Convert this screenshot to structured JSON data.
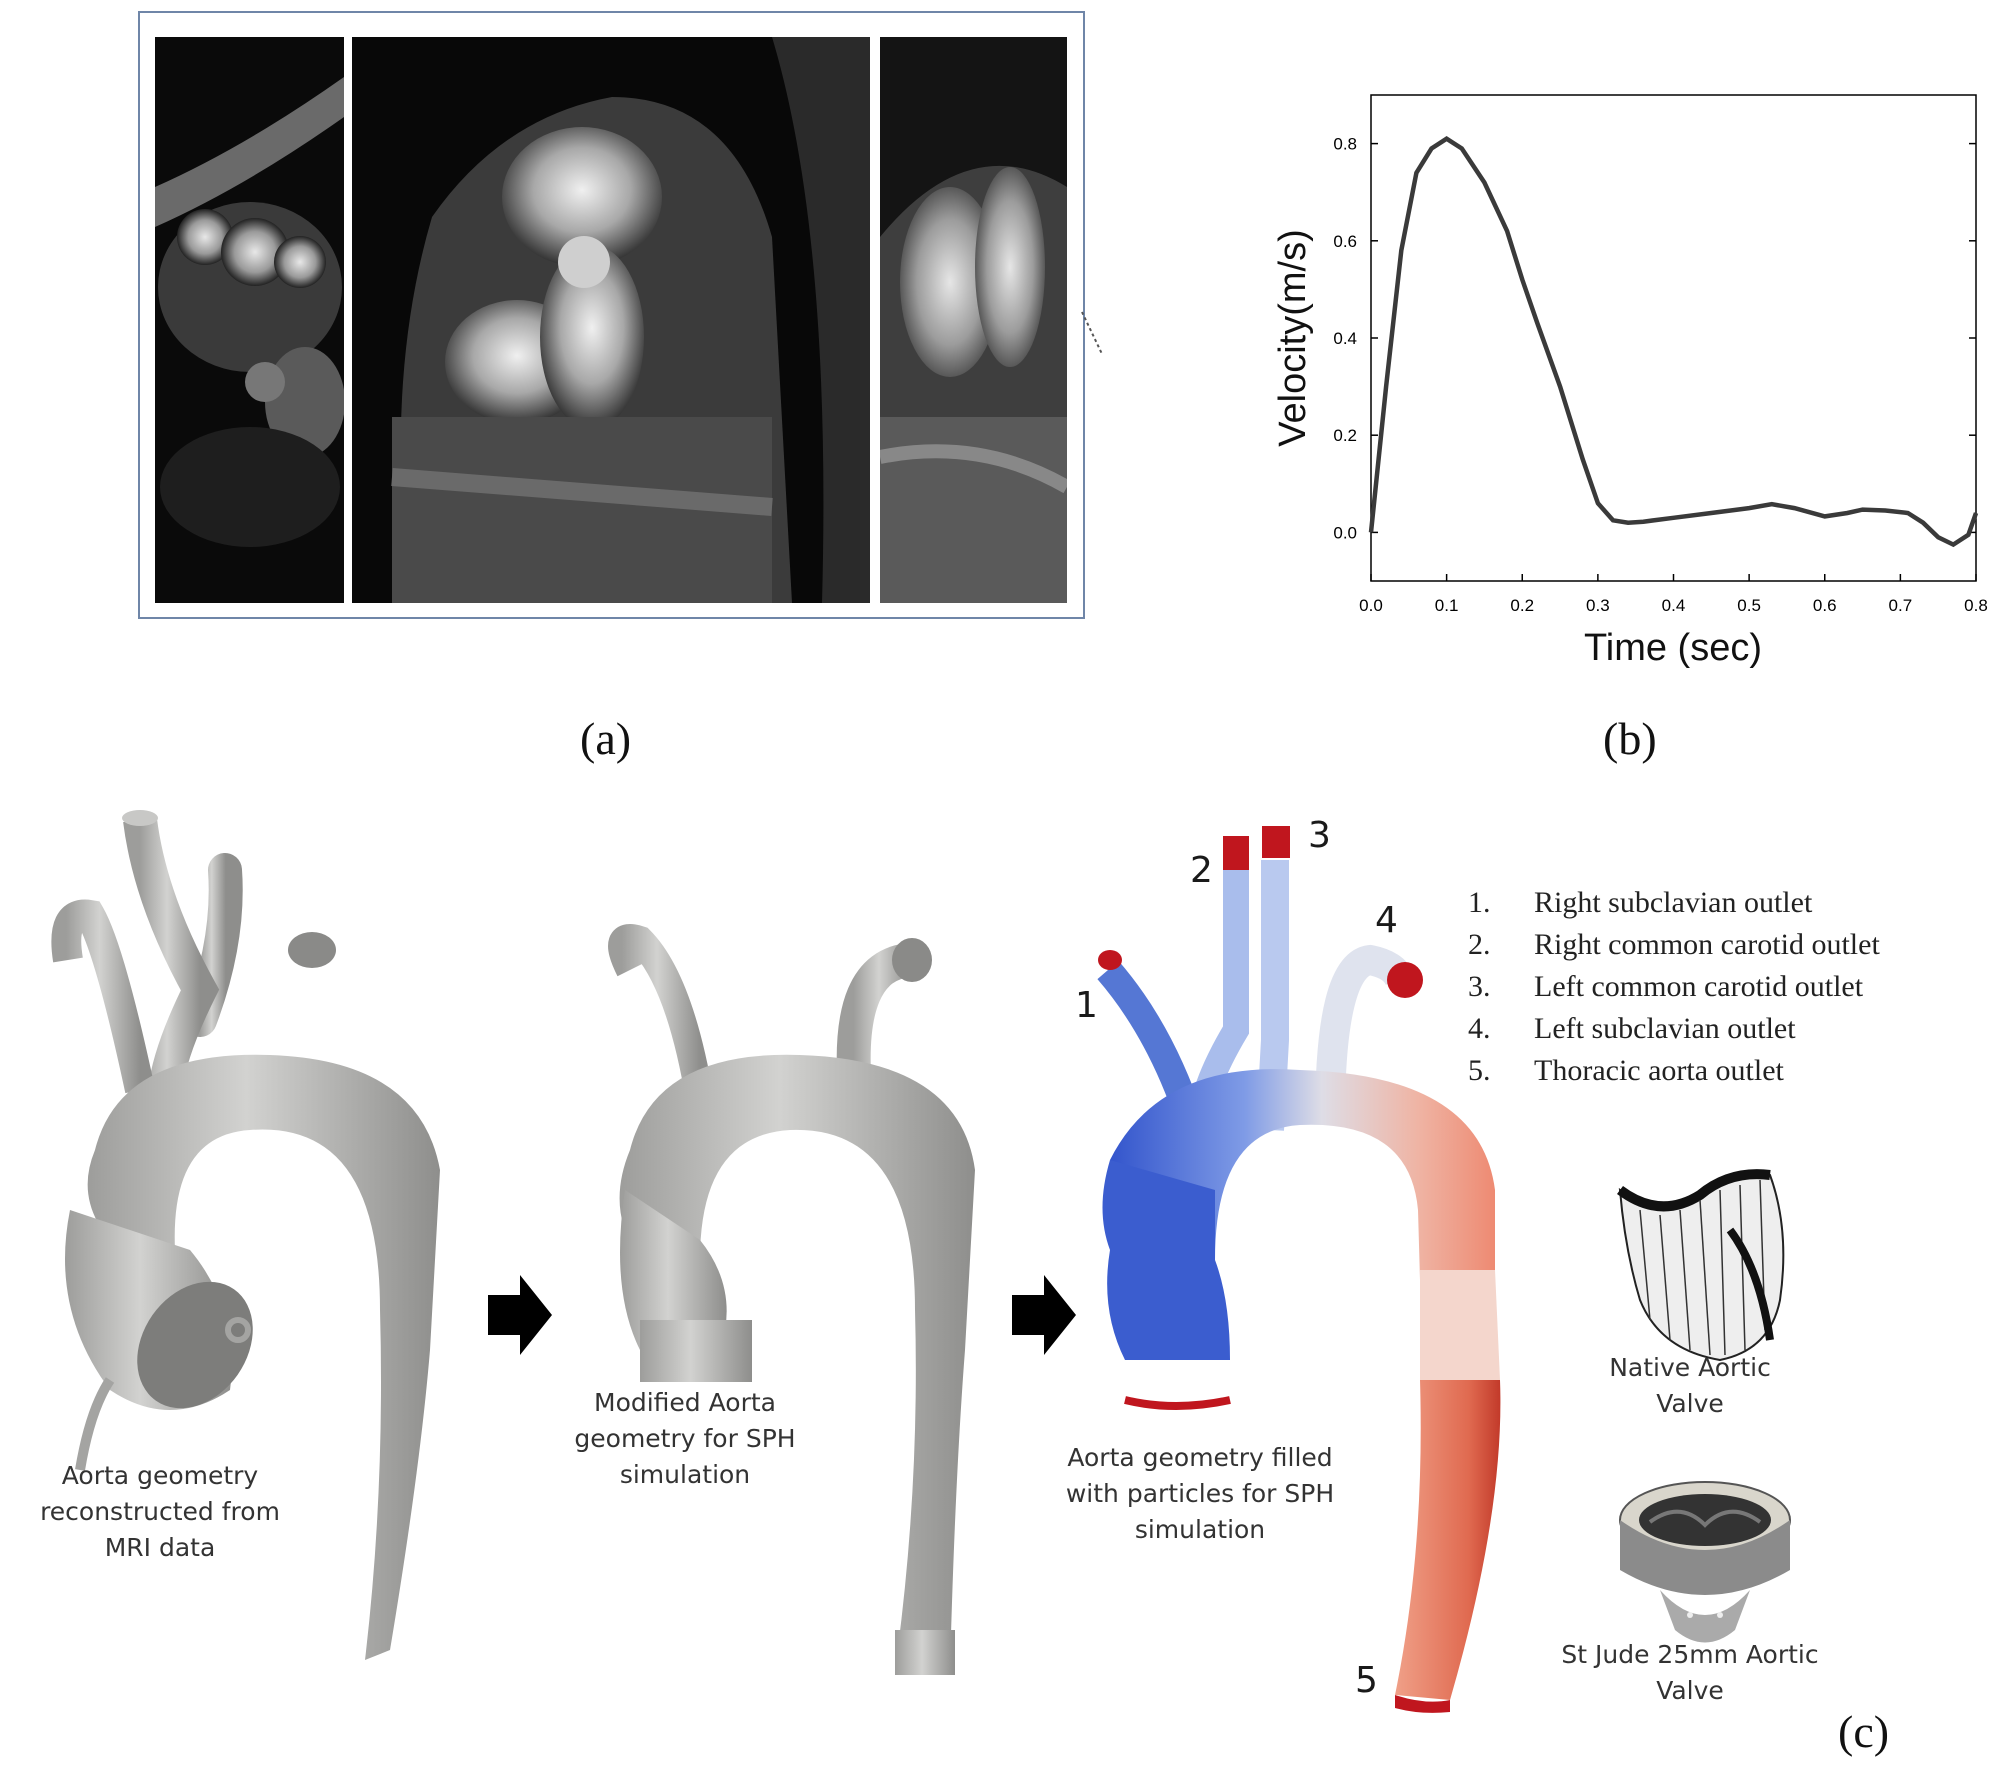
{
  "panels": {
    "a": {
      "label": "(a)"
    },
    "b": {
      "label": "(b)"
    },
    "c": {
      "label": "(c)"
    }
  },
  "chart_data": {
    "type": "line",
    "xlabel": "Time (sec)",
    "ylabel": "Velocity(m/s)",
    "xlim": [
      0.0,
      0.8
    ],
    "ylim": [
      -0.1,
      0.9
    ],
    "xticks": [
      "0.0",
      "0.1",
      "0.2",
      "0.3",
      "0.4",
      "0.5",
      "0.6",
      "0.7",
      "0.8"
    ],
    "yticks": [
      "0.0",
      "0.2",
      "0.4",
      "0.6",
      "0.8"
    ],
    "grid": false,
    "series": [
      {
        "x": [
          0.0,
          0.02,
          0.04,
          0.06,
          0.08,
          0.1,
          0.12,
          0.15,
          0.18,
          0.2,
          0.22,
          0.25,
          0.28,
          0.3,
          0.32,
          0.34,
          0.36,
          0.4,
          0.45,
          0.5,
          0.53,
          0.56,
          0.6,
          0.63,
          0.65,
          0.68,
          0.71,
          0.73,
          0.75,
          0.77,
          0.79,
          0.8
        ],
        "y": [
          0.0,
          0.3,
          0.58,
          0.74,
          0.79,
          0.81,
          0.79,
          0.72,
          0.62,
          0.52,
          0.43,
          0.3,
          0.15,
          0.06,
          0.025,
          0.02,
          0.022,
          0.03,
          0.04,
          0.05,
          0.058,
          0.05,
          0.033,
          0.04,
          0.047,
          0.045,
          0.04,
          0.02,
          -0.01,
          -0.025,
          -0.005,
          0.04
        ]
      }
    ]
  },
  "captions": {
    "geom1": "Aorta geometry\nreconstructed from\nMRI data",
    "geom2": "Modified Aorta\ngeometry for SPH\nsimulation",
    "geom3": "Aorta geometry filled\nwith particles for SPH\nsimulation",
    "valve1": "Native Aortic\nValve",
    "valve2": "St Jude 25mm Aortic\nValve"
  },
  "outlet_numbers": [
    "1",
    "2",
    "3",
    "4",
    "5"
  ],
  "outlets": [
    {
      "num": "1.",
      "name": "Right subclavian outlet"
    },
    {
      "num": "2.",
      "name": "Right common carotid outlet"
    },
    {
      "num": "3.",
      "name": "Left common carotid outlet"
    },
    {
      "num": "4.",
      "name": "Left subclavian outlet"
    },
    {
      "num": "5.",
      "name": "Thoracic aorta outlet"
    }
  ],
  "colors": {
    "mri_frame": "#6f86a8",
    "curve": "#3a3a3a",
    "aorta_gray": "#b4b4b2",
    "particle_blue": "#3355cc",
    "particle_red": "#d23a2a",
    "outlet_red": "#c0161e"
  }
}
